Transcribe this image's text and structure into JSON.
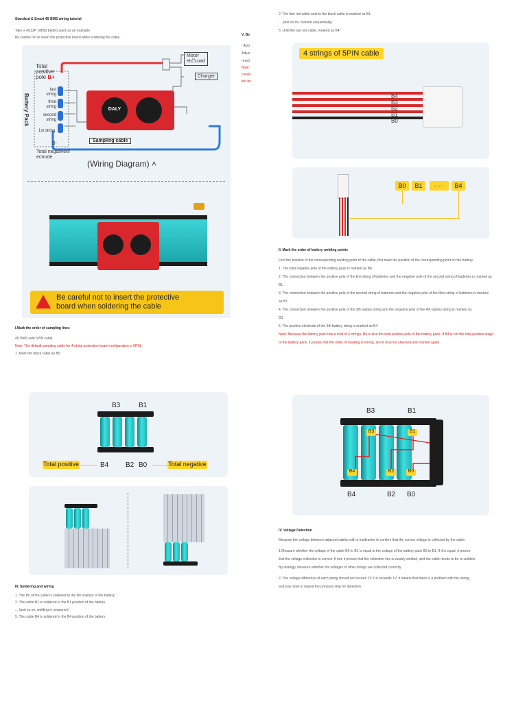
{
  "left": {
    "title": "Standard & Smart 4S BMS wiring tutorial",
    "intro1": "Take a 4S12P 18650 battery pack as an example",
    "intro2": "Be careful not to insert the protective board when soldering the cable.",
    "wiring": {
      "total_positive": "Total",
      "total_positive2": "positive",
      "total_positive3": "pole",
      "bplus": "B+",
      "last_string": "last",
      "last_string2": "string",
      "third_string": "third",
      "third_string2": "string",
      "second_string": "second",
      "second_string2": "string",
      "first_string": "1st string",
      "battery_pack": "Battery Pack",
      "bminus": "B-",
      "total_negative": "Total negativeel",
      "total_negative2": "ectrode",
      "motor": "Motor",
      "etc_load": "etc.Load",
      "charger": "Charger",
      "sampling_cable": "Sampling cable",
      "diagram_caption": "(Wiring Diagram)",
      "brand": "DALY"
    },
    "warning": {
      "line1": "Be careful not to insert the protective",
      "line2": "board when soldering the cable"
    },
    "section1_title": "I.Mark the order of sampling lines",
    "section1_l1": "4S BMS with 5PIN cable",
    "section1_note": "Note: The default sampling cable for 4-string protection board configuration is 5PIN.",
    "section1_l2": "1. Mark the black cable as B0.",
    "pack_labels": {
      "b3": "B3",
      "b1": "B1",
      "b4": "B4",
      "b2": "B2",
      "b0": "B0",
      "total_positive": "Total positive",
      "total_negative": "Total negative"
    },
    "section3_title": "III. Soldering and wiring",
    "section3_lines": [
      "1. The B0 of the cable is soldered to the B0 position of the battery.",
      "2. The cable B1 is soldered to the B1 position of the battery.",
      "... (and so on, welding in sequence)",
      "5. The cable B4 is soldered to the B4 position of the battery."
    ]
  },
  "middle_cut": {
    "l1": "V. Be",
    "l2": "! Also",
    "l3": "Adjus",
    "l4": "resist",
    "l5": "Note:",
    "l6": "condu",
    "l7": "the bo"
  },
  "right": {
    "top_lines": [
      "2. The first red cable next to the black cable is marked as B1.",
      "... (and so on, marked sequentially)",
      "5. Until the last red cable, marked as B4."
    ],
    "cable_title": "4 strings of 5PIN cable",
    "cable_labels": [
      "B4",
      "B3",
      "B2",
      "B1",
      "B0"
    ],
    "pin_labels": [
      "B0",
      "B1",
      "· · ·",
      "B4"
    ],
    "section2_title": "II. Mark the order of battery welding points",
    "section2_lines": [
      "Find the position of the corresponding welding point of the cable, first mark the position of the corresponding point on the battery.",
      "1. The total negative pole of the battery pack is marked as B0.",
      "2. The connection between the positive pole of the first string of batteries and the negative pole of the second string of batteries is marked as",
      "B1.",
      "3. The connection between the positive pole of the second string of batteries and the negative pole of the third string of batteries is marked",
      "as B2",
      "4. The connection between the positive pole of the 3th battery string and the negative pole of the 4th battery string is marked as",
      "B3.",
      "5. The positive electrode of the 4th battery string is marked as B4."
    ],
    "section2_note1": "Note: Because the battery pack has a total of 4 strings, B4 is also the total positive pole of the battery pack. If B4 is not the total positive stage",
    "section2_note2": "of the battery pack, it proves that the order of marking is wrong, and it must be checked and marked again.",
    "weld_labels": {
      "b3": "B3",
      "b1": "B1",
      "b4": "B4",
      "b2": "B2",
      "b0": "B0"
    },
    "section4_title": "IV. Voltage Detection",
    "section4_lines": [
      "Measure the voltage between adjacent cables with a multimeter to confirm that the correct voltage is collected by the cable.",
      "1.Measure whether the voltage of the cable B0 to B1 is equal to the voltage of the battery pack B0 to B1. If it is equal, it proves",
      "that the voltage collection is correct. If not, it proves that the collection line is weakly welded, and the cable needs to be re-welded.",
      "By analogy, measure whether the voltages of other strings are collected correctly",
      "2. The voltage difference of each string should not exceed 1V. If it exceeds 1V, it means that there is a problem with the wiring,",
      "and you need to repeat the previous step for detection."
    ]
  }
}
